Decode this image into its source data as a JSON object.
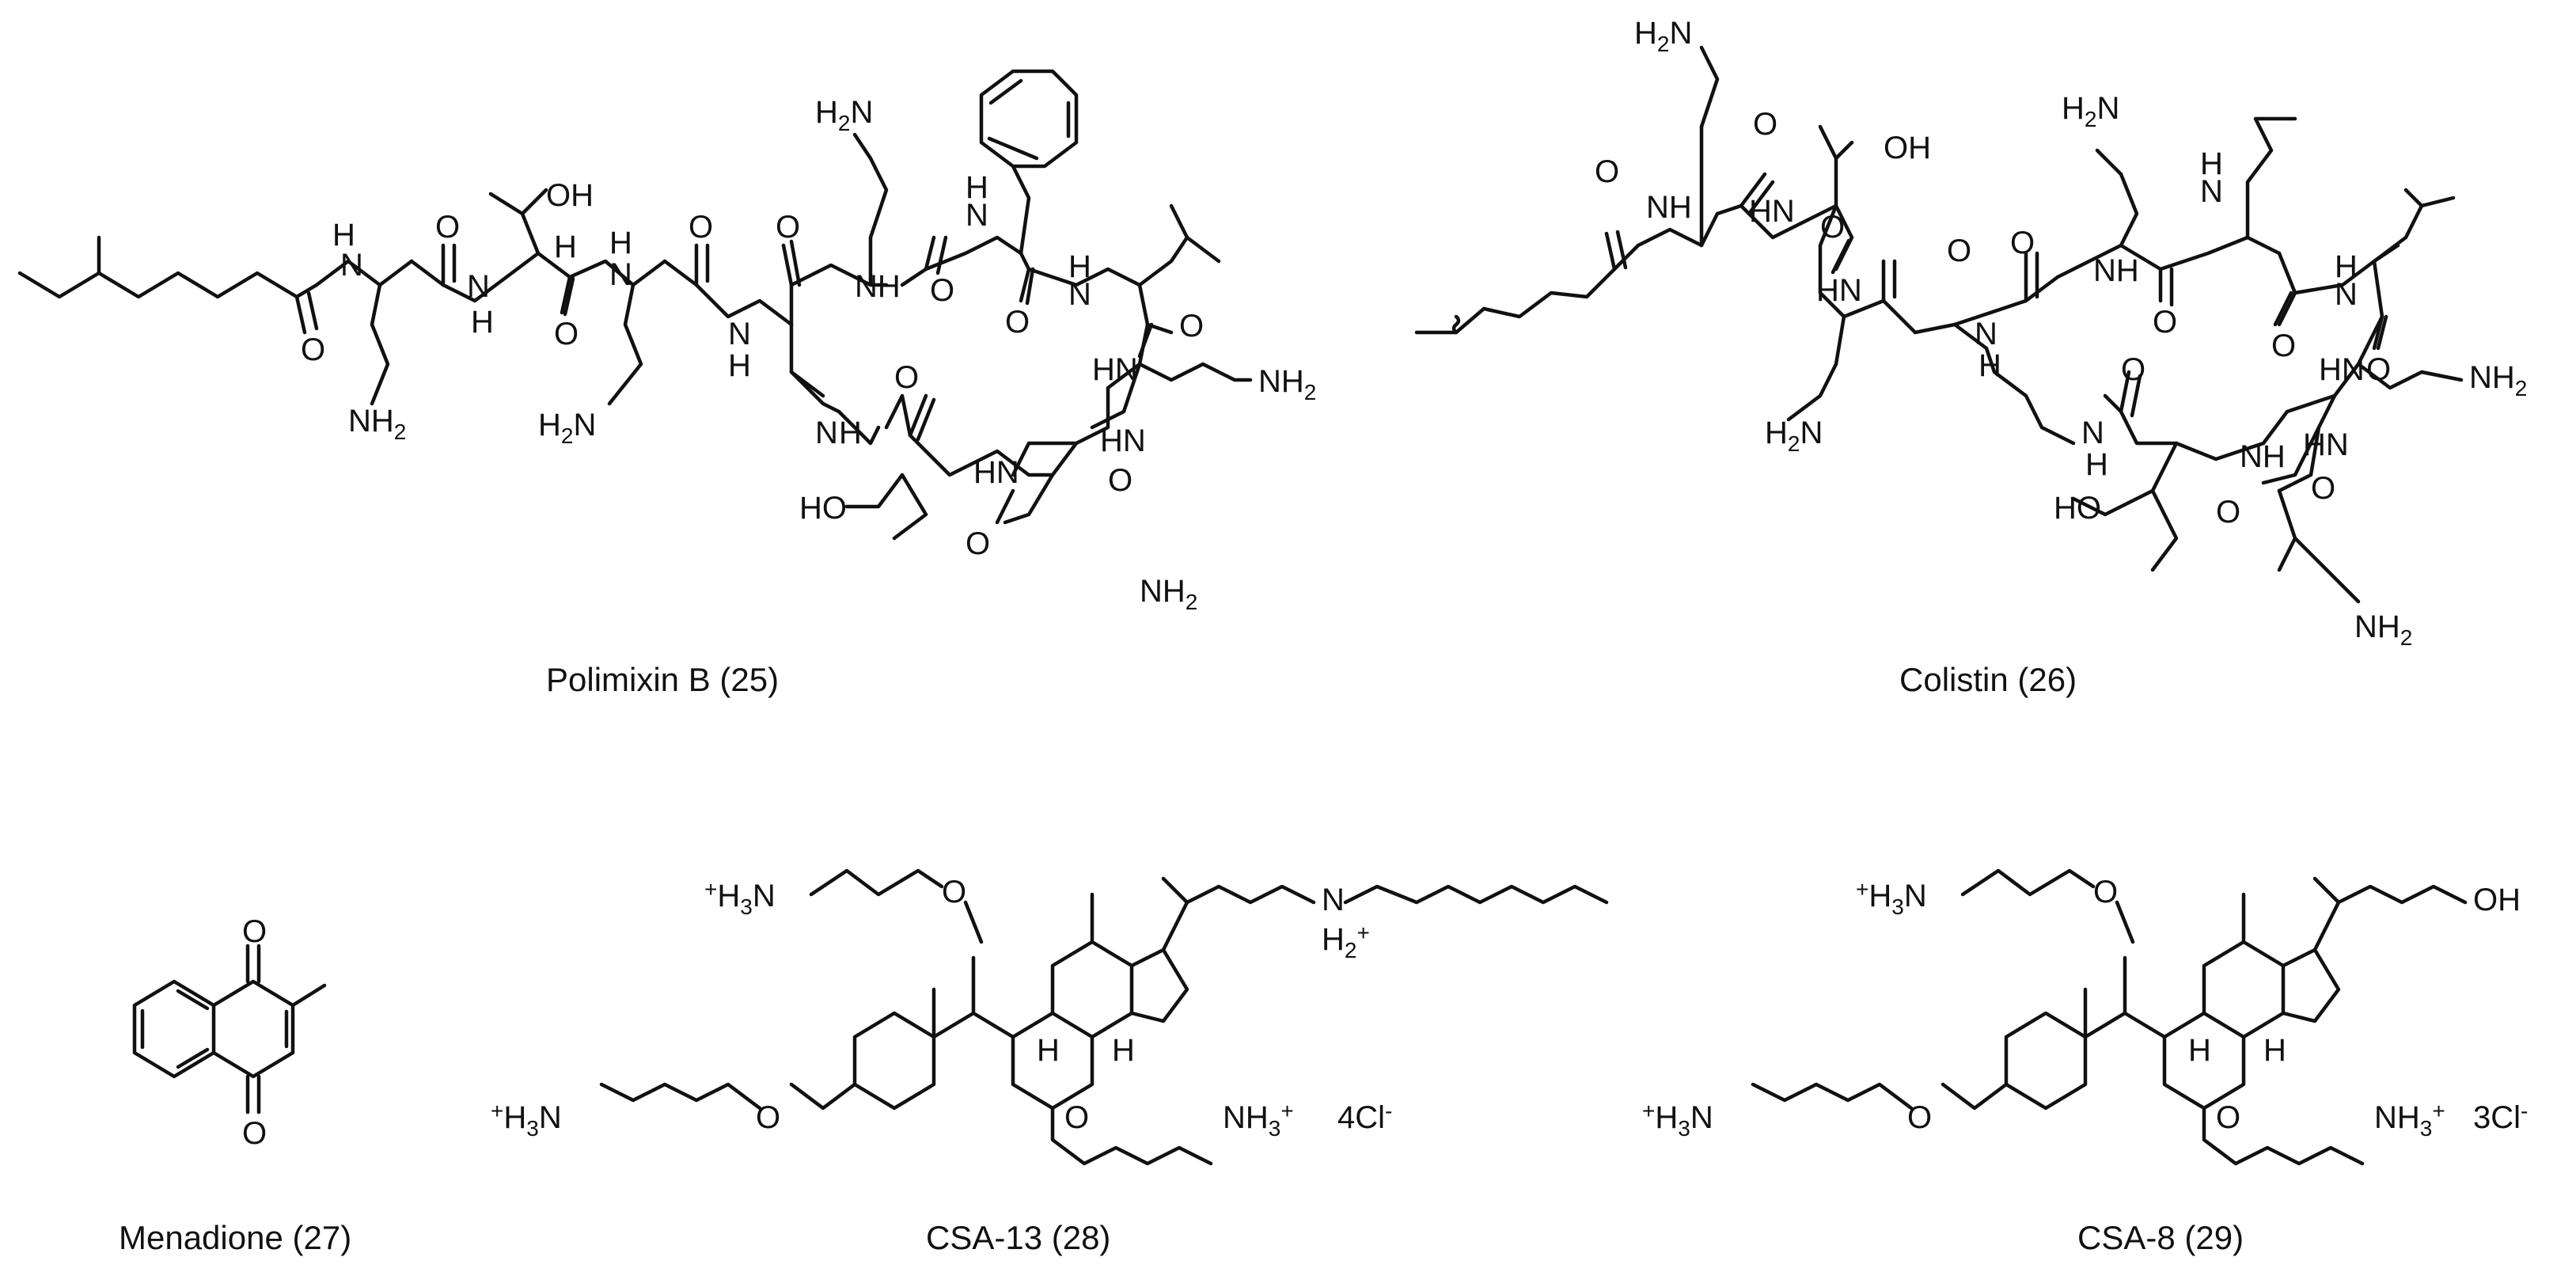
{
  "figure": {
    "background": "#ffffff",
    "ink": "#111111"
  },
  "compounds": [
    {
      "id": "polymyxin-b",
      "caption": "Polimixin B (25)",
      "atom_labels": [
        "H2N",
        "NH",
        "NH",
        "OH",
        "H",
        "N",
        "H",
        "O",
        "O",
        "NH2",
        "O",
        "H2N",
        "O",
        "N",
        "H",
        "O",
        "NH",
        "O",
        "NH",
        "NH2",
        "O",
        "HO",
        "NH",
        "N",
        "O",
        "HN",
        "O",
        "NH2"
      ]
    },
    {
      "id": "colistin",
      "caption": "Colistin (26)",
      "atom_labels": [
        "H2N",
        "O",
        "O",
        "OH",
        "NH",
        "HN",
        "O",
        "HN",
        "O",
        "H2N",
        "O",
        "NH",
        "H",
        "N",
        "O",
        "NH",
        "O",
        "HN",
        "O",
        "NH2",
        "HO",
        "NH",
        "N",
        "H2N",
        "O",
        "HN",
        "O",
        "NH2"
      ]
    },
    {
      "id": "menadione",
      "caption": "Menadione (27)",
      "atom_labels": [
        "O",
        "O"
      ]
    },
    {
      "id": "csa-13",
      "caption": "CSA-13 (28)",
      "atom_labels": [
        "+H3N",
        "O",
        "N",
        "H2+",
        "H",
        "H",
        "+H3N",
        "O",
        "O",
        "NH3+",
        "4Cl-"
      ]
    },
    {
      "id": "csa-8",
      "caption": "CSA-8 (29)",
      "atom_labels": [
        "+H3N",
        "O",
        "OH",
        "H",
        "H",
        "+H3N",
        "O",
        "O",
        "NH3+",
        "3Cl-"
      ]
    }
  ]
}
